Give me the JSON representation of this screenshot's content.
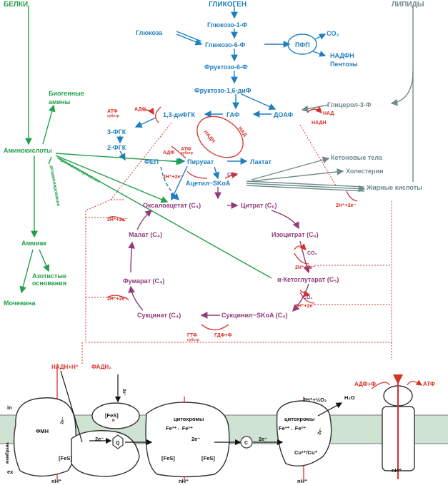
{
  "top": {
    "proteins": "БЕЛКИ",
    "glycogen": "ГЛИКОГЕН",
    "lipids": "ЛИПИДЫ"
  },
  "glycolysis": {
    "g1p": "Глюкозо-1-Ф",
    "glucose": "Глюкоза",
    "g6p": "Глюкозо-6-Ф",
    "f6p": "Фруктозо-6-Ф",
    "f16bp": "Фруктозо-1,6-диФ",
    "gap": "ГАФ",
    "dhap": "ДОАФ",
    "bpg13": "1,3-диФГК",
    "pg3": "3-ФГК",
    "pg2": "2-ФГК",
    "pep": "ФЕП",
    "pyruvate": "Пируват",
    "lactate": "Лактат",
    "acetyl": "Ацетил~SKoA",
    "glycerol3p": "Глицерол-3-Ф"
  },
  "ppp": {
    "name": "ПФП",
    "co2": "CO₂",
    "nadph": "НАДФН",
    "pentoses": "Пентозы"
  },
  "cofactors": {
    "atp": "АТФ",
    "adp": "АДФ",
    "substr": "субстр",
    "nad": "НАД",
    "nadh": "НАДН",
    "gtp": "ГТФ",
    "gdp": "ГДФ+Ф",
    "co2": "CO₂",
    "h2e": "2H⁺+2e⁻"
  },
  "amino": {
    "amino_acids": "Аминокислоты",
    "biogenic1": "Биогенные",
    "biogenic2": "амины",
    "transamination": "трансаминирование",
    "deamination": "дезаминирование",
    "ammonia": "Аммиак",
    "nitro1": "Азотистые",
    "nitro2": "основания",
    "urea": "Мочевина"
  },
  "lipids_side": {
    "ketone": "Кетоновые тела",
    "cholesterol": "Холестерин",
    "fatty": "Жирные кислоты"
  },
  "tca": {
    "oxaloacetate": "Оксалоацетат (C₄)",
    "citrate": "Цитрат (C₆)",
    "isocitrate": "Изоцитрат (C₆)",
    "akg": "α-Кетоглутарат (C₅)",
    "succinyl": "Сукцинил~SKoA (C₄)",
    "succinate": "Сукцинат (C₄)",
    "fumarate": "Фумарат (C₄)",
    "malate": "Малат (C₄)"
  },
  "etc": {
    "nadh_h": "НАДН+Н⁺",
    "fadh2": "ФАДН₂",
    "in": "in",
    "ex": "ex",
    "membrane": "мембрана",
    "fmn": "ФМН",
    "fes": "[FeS]",
    "n": "n",
    "q": "Q",
    "c": "C",
    "cyto": "цитохромы",
    "fe32": "Fe³⁺←Fe²⁺",
    "cu": "Cu²⁺/Cu⁺",
    "e2": "2e⁻",
    "h2o": "H₂O",
    "half_o2": "2H⁺+½O₂",
    "adp_p": "АДФ+Ф",
    "atp": "АТФ",
    "nh": "nH⁺"
  },
  "colors": {
    "blue": "#1f7fc0",
    "green": "#22a04a",
    "grey": "#6f8b8b",
    "purple": "#8e3c7a",
    "red": "#d6322a",
    "membrane": "#cfe3d2"
  }
}
